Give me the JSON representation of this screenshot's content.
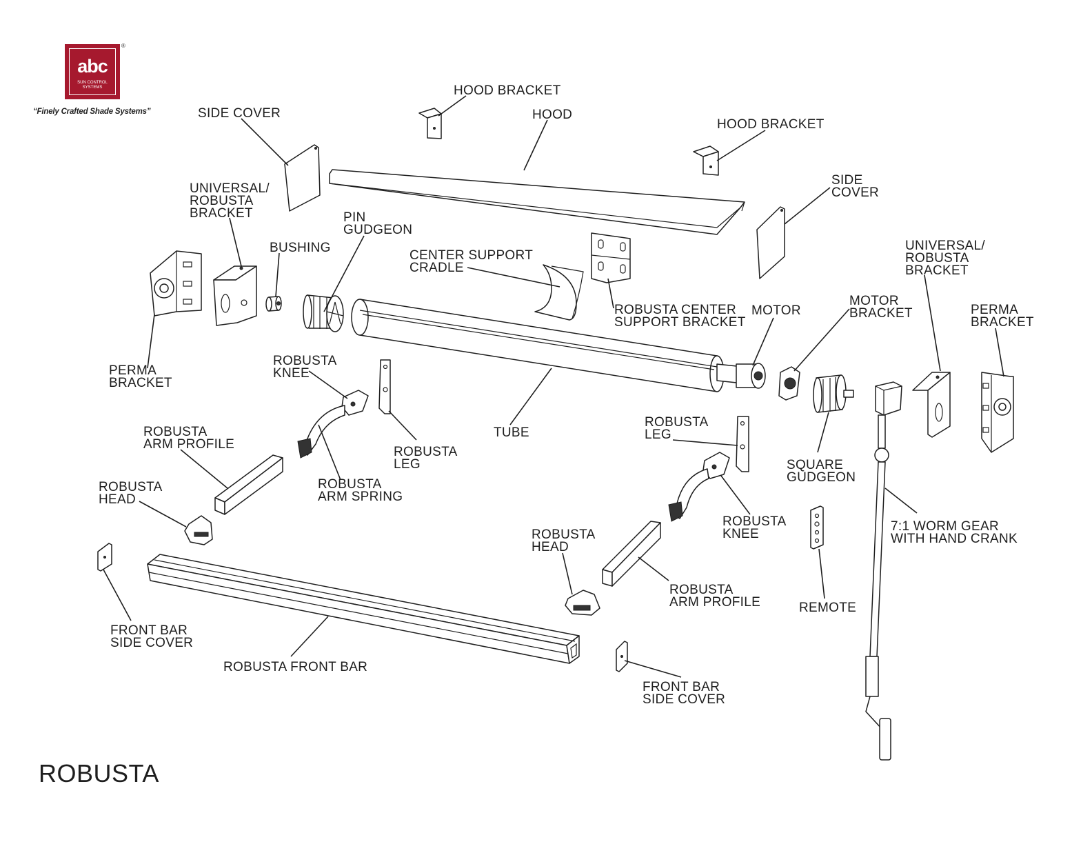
{
  "logo": {
    "word": "abc",
    "sub_line1": "SUN CONTROL",
    "sub_line2": "SYSTEMS",
    "registered": "®",
    "tagline": "“Finely Crafted Shade Systems”"
  },
  "title": "ROBUSTA",
  "labels": {
    "hood_bracket_left": "HOOD BRACKET",
    "hood": "HOOD",
    "hood_bracket_right": "HOOD BRACKET",
    "side_cover_left": "SIDE COVER",
    "side_cover_right": [
      "SIDE",
      "COVER"
    ],
    "universal_bracket_left": [
      "UNIVERSAL/",
      "ROBUSTA",
      "BRACKET"
    ],
    "universal_bracket_right": [
      "UNIVERSAL/",
      "ROBUSTA",
      "BRACKET"
    ],
    "bushing": "BUSHING",
    "pin_gudgeon": [
      "PIN",
      "GUDGEON"
    ],
    "center_support_cradle": [
      "CENTER SUPPORT",
      "CRADLE"
    ],
    "robusta_center_support_bracket": [
      "ROBUSTA CENTER",
      "SUPPORT BRACKET"
    ],
    "motor": "MOTOR",
    "motor_bracket": [
      "MOTOR",
      "BRACKET"
    ],
    "perma_bracket_left": [
      "PERMA",
      "BRACKET"
    ],
    "perma_bracket_right": [
      "PERMA",
      "BRACKET"
    ],
    "robusta_knee_left": [
      "ROBUSTA",
      "KNEE"
    ],
    "robusta_knee_right": [
      "ROBUSTA",
      "KNEE"
    ],
    "robusta_leg_left": [
      "ROBUSTA",
      "LEG"
    ],
    "robusta_leg_right": [
      "ROBUSTA",
      "LEG"
    ],
    "tube": "TUBE",
    "robusta_arm_profile_left": [
      "ROBUSTA",
      "ARM PROFILE"
    ],
    "robusta_arm_profile_right": [
      "ROBUSTA",
      "ARM PROFILE"
    ],
    "robusta_arm_spring": [
      "ROBUSTA",
      "ARM SPRING"
    ],
    "robusta_head_left": [
      "ROBUSTA",
      "HEAD"
    ],
    "robusta_head_right": [
      "ROBUSTA",
      "HEAD"
    ],
    "square_gudgeon": [
      "SQUARE",
      "GUDGEON"
    ],
    "worm_gear": [
      "7:1 WORM GEAR",
      "WITH HAND CRANK"
    ],
    "remote": "REMOTE",
    "front_bar_side_cover_left": [
      "FRONT BAR",
      "SIDE COVER"
    ],
    "front_bar_side_cover_right": [
      "FRONT BAR",
      "SIDE COVER"
    ],
    "robusta_front_bar": "ROBUSTA FRONT BAR"
  }
}
